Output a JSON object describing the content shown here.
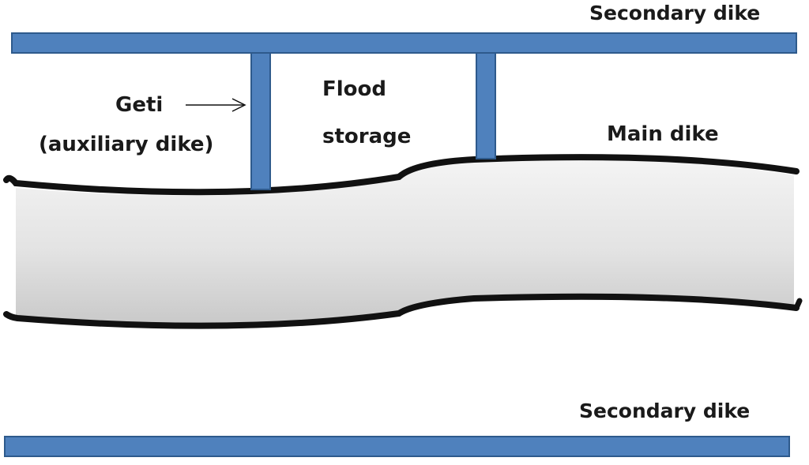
{
  "labels": {
    "secondary_dike_top": "Secondary dike",
    "secondary_dike_bottom": "Secondary dike",
    "main_dike": "Main dike",
    "flood_line1": "Flood",
    "flood_line2": "storage",
    "geti_line1": "Geti",
    "geti_line2": "(auxiliary dike)"
  },
  "colors": {
    "dike_fill": "#4f81bd",
    "dike_stroke": "#2e5a8c",
    "bank_line": "#111111",
    "river_light": "#f2f2f2",
    "river_dark": "#cfcfcf",
    "label_text": "#1a1a1a"
  }
}
